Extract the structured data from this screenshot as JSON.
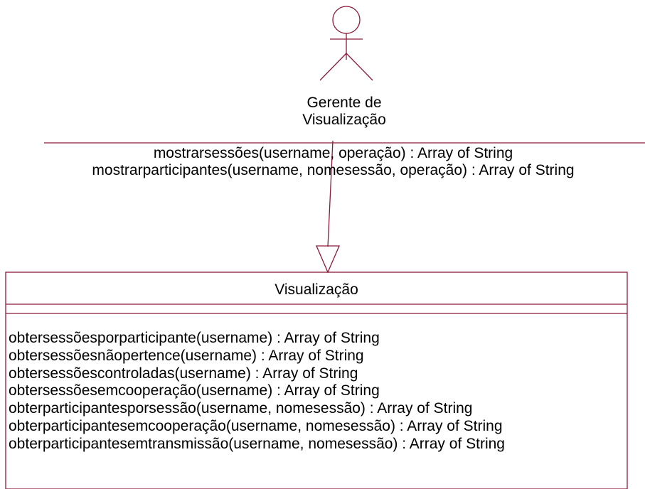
{
  "colors": {
    "line": "#8b1a3a",
    "text": "#000000",
    "background": "#ffffff"
  },
  "actor": {
    "name_line1": "Gerente de",
    "name_line2": "Visualização",
    "operations": [
      "mostrarsessões(username, operação) : Array of String",
      "mostrarparticipantes(username, nomesessão, operação) : Array of String"
    ]
  },
  "class": {
    "name": "Visualização",
    "operations": [
      "obtersessõesporparticipante(username) : Array of String",
      "obtersessõesnãopertence(username) : Array of String",
      "obtersessõescontroladas(username) : Array of String",
      "obtersessõesemcooperação(username) : Array of String",
      "obterparticipantesporsessão(username, nomesessão) : Array of String",
      "obterparticipantesemcooperação(username, nomesessão) : Array of String",
      "obterparticipantesemtransmissão(username, nomesessão) : Array of String"
    ]
  }
}
